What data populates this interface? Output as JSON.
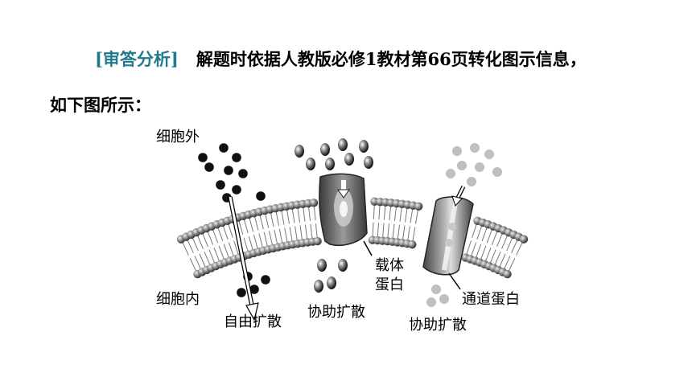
{
  "heading": {
    "tag": "[审答分析]",
    "text": "解题时依据人教版必修1教材第66页转化图示信息，",
    "continuation": "如下图所示："
  },
  "figure": {
    "labels": {
      "outside": "细胞外",
      "inside": "细胞内",
      "carrier_protein": [
        "载体",
        "蛋白"
      ],
      "channel_protein": "通道蛋白",
      "free_diffusion": "自由扩散",
      "facilitated_diffusion_carrier": "协助扩散",
      "facilitated_diffusion_channel": "协助扩散"
    },
    "colors": {
      "heading_tag": "#1f7a8c",
      "black_molecules": "#111111",
      "gray_molecules": "#bfbfbf"
    }
  }
}
